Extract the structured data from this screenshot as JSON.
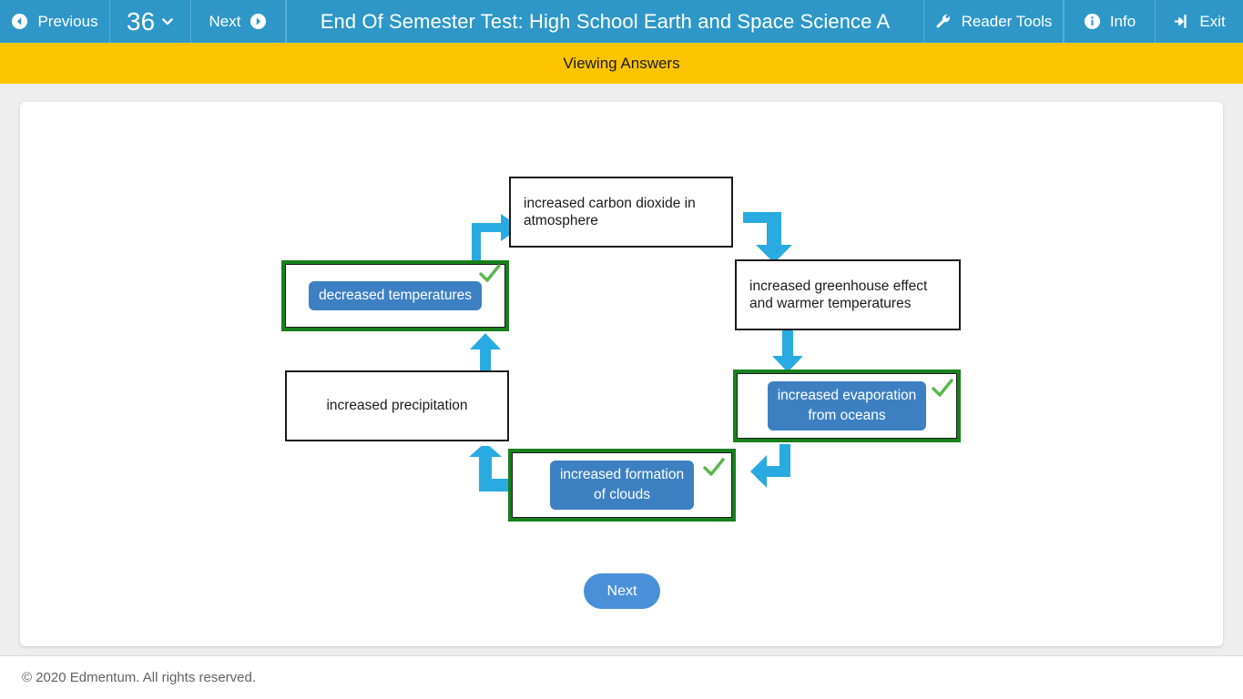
{
  "header": {
    "previous_label": "Previous",
    "page_number": "36",
    "next_label": "Next",
    "title": "End Of Semester Test: High School Earth and Space Science A",
    "reader_tools_label": "Reader Tools",
    "info_label": "Info",
    "exit_label": "Exit",
    "bg_color": "#2e97c8"
  },
  "banner": {
    "text": "Viewing Answers",
    "bg_color": "#fdc500"
  },
  "diagram": {
    "type": "cycle-flowchart",
    "static_boxes": [
      {
        "id": "co2",
        "text": "increased carbon dioxide in atmosphere",
        "align": "left"
      },
      {
        "id": "greenhouse",
        "text": "increased greenhouse effect and warmer temperatures",
        "align": "left"
      },
      {
        "id": "precipitation",
        "text": "increased precipitation",
        "align": "center"
      }
    ],
    "answer_targets": [
      {
        "id": "temps",
        "answer": "decreased temperatures",
        "correct": true
      },
      {
        "id": "evaporation",
        "answer": "increased evaporation\nfrom oceans",
        "correct": true
      },
      {
        "id": "clouds",
        "answer": "increased formation\nof clouds",
        "correct": true
      }
    ],
    "arrows": [
      {
        "id": "precip-to-co2",
        "shape": "elbow-up-right"
      },
      {
        "id": "co2-to-greenhouse",
        "shape": "elbow-right-down"
      },
      {
        "id": "greenhouse-to-evap",
        "shape": "straight-down"
      },
      {
        "id": "evap-to-clouds",
        "shape": "elbow-down-left"
      },
      {
        "id": "clouds-to-precip",
        "shape": "elbow-left-up"
      },
      {
        "id": "precip-to-temps",
        "shape": "straight-up"
      }
    ],
    "colors": {
      "arrow": "#29abe2",
      "chip": "#3d80c2",
      "correct_border": "#18801c",
      "check": "#57b84a",
      "box_border": "#1b1b1b"
    }
  },
  "next_button": {
    "label": "Next"
  },
  "footer": {
    "copyright": "© 2020 Edmentum. All rights reserved."
  }
}
